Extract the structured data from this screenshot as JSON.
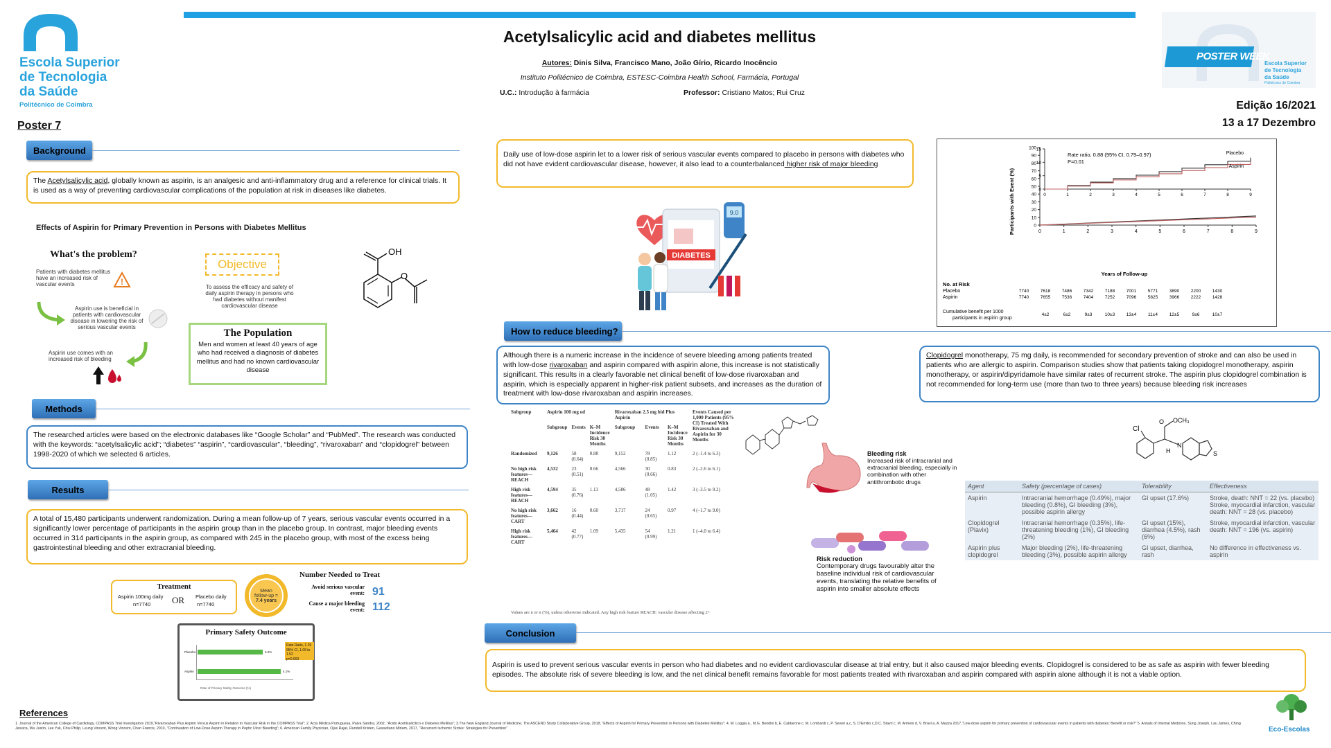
{
  "header": {
    "title": "Acetylsalicylic acid and diabetes mellitus",
    "authors_label": "Autores:",
    "authors": "Dinis Silva, Francisco Mano, João Gírio, Ricardo Inocêncio",
    "institute": "Instituto Politécnico de Coimbra, ESTESC-Coimbra Health School, Farmácia, Portugal",
    "uc_label": "U.C.:",
    "uc": "Introdução à farmácia",
    "professor_label": "Professor:",
    "professor": "Cristiano Matos; Rui Cruz",
    "edition": "Edição 16/2021",
    "dates": "13 a 17 Dezembro",
    "poster_number": "Poster 7"
  },
  "logo": {
    "line1": "Escola Superior",
    "line2": "de Tecnologia",
    "line3": "da Saúde",
    "line4": "Politécnico de Coimbra",
    "poster_week": "POSTER WEEK",
    "small1": "Escola Superior",
    "small2": "de Tecnologia",
    "small3": "da Saúde",
    "small4": "Politécnico de Coimbra",
    "eco": "Eco-Escolas"
  },
  "colors": {
    "accent_blue": "#3e84c6",
    "accent_yellow": "#f2b92a",
    "logo_blue": "#29a3dc"
  },
  "background": {
    "heading": "Background",
    "text_pre": "The ",
    "text_link": "Acetylsalicylic acid",
    "text_post": ", globally known as aspirin, is an analgesic and anti-inflammatory drug and a reference for clinical trials. It is used as a way of preventing cardiovascular complications of the population at risk in diseases like diabetes."
  },
  "infographic": {
    "title": "Effects of Aspirin for Primary Prevention in Persons with Diabetes Mellitus",
    "problem_title": "What's the problem?",
    "problem_1": "Patients with diabetes mellitus have an increased risk of vascular events",
    "problem_2": "Aspirin use is beneficial in patients with cardiovascular disease in lowering the risk of serious vascular events",
    "problem_3": "Aspirin use comes with an increased risk of bleeding",
    "objective_title": "Objective",
    "objective_text": "To assess the efficacy and safety of daily aspirin therapy in persons who had diabetes without manifest cardiovascular disease",
    "population_title": "The Population",
    "population_text": "Men and women at least 40 years of age who had received a diagnosis of diabetes mellitus and had no known cardiovascular disease",
    "oh_label": "OH",
    "o_label": "O"
  },
  "methods": {
    "heading": "Methods",
    "text": "The researched articles were based on the electronic databases like “Google Scholar” and “PubMed”. The research was conducted with the keywords: “acetylsalicylic acid”; “diabetes” “aspirin”, “cardiovascular”, “bleeding”, “rivaroxaban” and “clopidogrel” between 1998-2020 of which we selected 6 articles."
  },
  "results": {
    "heading": "Results",
    "text": "A total of 15,480 participants underwent randomization. During a mean follow-up of 7 years, serious vascular events occurred in a significantly lower percentage of participants in the aspirin group than in the placebo group. In contrast, major bleeding events occurred in 314 participants in the aspirin group, as compared with 245 in the placebo group, with most of the excess being gastrointestinal bleeding and other extracranial bleeding."
  },
  "treatment": {
    "title": "Treatment",
    "aspirin": "Aspirin 100mg daily",
    "aspirin_n": "n=7740",
    "or": "OR",
    "placebo": "Placebo daily",
    "placebo_n": "n=7740",
    "mean1": "Mean",
    "mean2": "follow-up =",
    "mean3": "7.4 years",
    "nnt_title": "Number Needed to Treat",
    "avoid": "Avoid serious vascular event:",
    "avoid_val": "91",
    "cause": "Cause a major bleeding event:",
    "cause_val": "112"
  },
  "safety": {
    "title": "Primary Safety Outcome",
    "rate": "Rate Ratio, 1.29",
    "ci": "95% CI, 1.09 to 1.52",
    "p": "p=0.003",
    "placebo": "Placebo",
    "aspirin": "Aspirin",
    "xlabel": "Rate of Primary Safety Outcome (%)",
    "v1": "3.2%",
    "v2": "4.1%"
  },
  "daily_use": {
    "text_pre": "Daily use of low-dose aspirin let to a lower risk of serious vascular events compared to placebo in persons with diabetes who did not have evident cardiovascular disease, however, it also lead to a counterbalanced",
    "text_link": " higher risk of major bleeding"
  },
  "illustration": {
    "diabetes": "DIABETES",
    "meter": "9.0"
  },
  "chart_data": {
    "type": "line",
    "ylabel": "Participants with Event (%)",
    "xlabel": "Years of Follow-up",
    "annotation_1": "Rate ratio, 0.88 (95% CI, 0.79–0.97)",
    "annotation_2": "P=0.01",
    "x_ticks": [
      "0",
      "1",
      "2",
      "3",
      "4",
      "5",
      "6",
      "7",
      "8",
      "9"
    ],
    "outer_y_ticks": [
      "100",
      "90",
      "80",
      "70",
      "60",
      "50",
      "40",
      "30",
      "20",
      "10",
      "0"
    ],
    "inset_y_ticks": [
      "15",
      "10",
      "5",
      "0"
    ],
    "series": [
      {
        "name": "Placebo",
        "x": [
          0,
          1,
          2,
          3,
          4,
          5,
          6,
          7,
          8,
          9
        ],
        "values": [
          0,
          1.3,
          2.6,
          3.9,
          5.2,
          6.5,
          7.8,
          9.1,
          10.4,
          11.7
        ]
      },
      {
        "name": "Aspirin",
        "x": [
          0,
          1,
          2,
          3,
          4,
          5,
          6,
          7,
          8,
          9
        ],
        "values": [
          0,
          1.1,
          2.3,
          3.4,
          4.6,
          5.7,
          6.9,
          8.0,
          9.2,
          10.3
        ]
      }
    ],
    "ylim": [
      0,
      15
    ],
    "xlim": [
      0,
      9
    ],
    "at_risk_title": "No. at Risk",
    "at_risk": [
      {
        "label": "Placebo",
        "values": [
          "7740",
          "7618",
          "7486",
          "7342",
          "7188",
          "7001",
          "5771",
          "3890",
          "2200",
          "1430"
        ]
      },
      {
        "label": "Aspirin",
        "values": [
          "7740",
          "7655",
          "7536",
          "7404",
          "7252",
          "7096",
          "5825",
          "3966",
          "2222",
          "1428"
        ]
      }
    ],
    "benefit_label": "Cumulative benefit per 1000 participants in aspirin group",
    "benefit_values": [
      "4±2",
      "6±2",
      "9±3",
      "10±3",
      "13±4",
      "11±4",
      "12±5",
      "9±6",
      "10±7"
    ]
  },
  "bleeding": {
    "heading": "How to reduce bleeding?",
    "text_pre": "Although there is a numeric increase in the incidence of severe bleeding among patients treated with low-dose ",
    "text_link": "rivaroxaban",
    "text_post": " and aspirin compared with aspirin alone, this increase is not statistically significant. This results in a clearly favorable net clinical benefit of low-dose rivaroxaban and aspirin, which is especially apparent in higher-risk patient subsets, and increases as the duration of treatment with low-dose rivaroxaban and aspirin increases."
  },
  "subgroup_table": {
    "h_subgroup": "Subgroup",
    "h_aspirin": "Aspirin 100 mg od",
    "h_rivaroxaban": "Rivaroxaban 2.5 mg bid Plus Aspirin",
    "h_events": "Events Caused per 1,000 Patients (95% CI) Treated With Rivaroxaban and Aspirin for 30 Months",
    "sub_subgroup": "Subgroup",
    "sub_events": "Events",
    "sub_km": "K–M Incidence Risk 30 Months",
    "rows": [
      {
        "name": "Randomized",
        "a_n": "9,126",
        "a_e": "58",
        "a_p": "(0.64)",
        "a_k": "0.88",
        "r_n": "9,152",
        "r_e": "78",
        "r_p": "(0.85)",
        "r_k": "1.12",
        "ev": "2 (–1.4 to 6.3)"
      },
      {
        "name": "No high risk features—REACH",
        "a_n": "4,532",
        "a_e": "23",
        "a_p": "(0.51)",
        "a_k": "0.66",
        "r_n": "4,566",
        "r_e": "30",
        "r_p": "(0.66)",
        "r_k": "0.83",
        "ev": "2 (–2.6 to 6.1)"
      },
      {
        "name": "High risk features—REACH",
        "a_n": "4,594",
        "a_e": "35",
        "a_p": "(0.76)",
        "a_k": "1.13",
        "r_n": "4,586",
        "r_e": "48",
        "r_p": "(1.05)",
        "r_k": "1.42",
        "ev": "3 (–3.5 to 9.2)"
      },
      {
        "name": "No high risk features—CART",
        "a_n": "3,662",
        "a_e": "16",
        "a_p": "(0.44)",
        "a_k": "0.60",
        "r_n": "3,717",
        "r_e": "24",
        "r_p": "(0.65)",
        "r_k": "0.97",
        "ev": "4 (–1.7 to 9.0)"
      },
      {
        "name": "High risk features—CART",
        "a_n": "5,464",
        "a_e": "42",
        "a_p": "(0.77)",
        "a_k": "1.09",
        "r_n": "5,435",
        "r_e": "54",
        "r_p": "(0.99)",
        "r_k": "1.21",
        "ev": "1 (–4.0 to 6.4)"
      }
    ],
    "footnote": "Values are n or n (%), unless otherwise indicated. Any high risk feature REACH: vascular disease affecting 2+"
  },
  "stomach": {
    "bleeding_title": "Bleeding risk",
    "bleeding_text": "Increased risk of intracranial and extracranial bleeding, especially in combination with other antithrombotic drugs",
    "risk_title": "Risk reduction",
    "risk_text": "Contemporary drugs favourably alter the baseline individual risk of cardiovascular events, translating the relative benefits of aspirin into smaller absolute effects"
  },
  "molecule_labels": {
    "ocl": "OCH₃",
    "o": "O",
    "cl": "Cl",
    "n": "N",
    "h": "H",
    "s": "S"
  },
  "clopidogrel": {
    "text_link": "Clopidogrel",
    "text_post": " monotherapy, 75 mg daily, is recommended for secondary prevention of stroke and can also be used in patients who are allergic to aspirin. Comparison studies show that patients taking clopidogrel monotherapy, aspirin monotherapy, or aspirin/dipyridamole have similar rates of recurrent stroke. The aspirin plus clopidogrel combination is not recommended for long-term use (more than two to three years) because bleeding risk increases"
  },
  "agent_table": {
    "headers": [
      "Agent",
      "Safety (percentage of cases)",
      "Tolerability",
      "Effectiveness"
    ],
    "rows": [
      [
        "Aspirin",
        "Intracranial hemorrhage (0.49%), major bleeding (0.8%), GI bleeding (3%), possible aspirin allergy",
        "GI upset (17.6%)",
        "Stroke, death: NNT = 22 (vs. placebo)\nStroke, myocardial infarction, vascular death: NNT = 28 (vs. placebo)"
      ],
      [
        "Clopidogrel (Plavix)",
        "Intracranial hemorrhage (0.35%), life-threatening bleeding (1%), GI bleeding (2%)",
        "GI upset (15%), diarrhea (4.5%), rash (6%)",
        "Stroke, myocardial infarction, vascular death: NNT = 196 (vs. aspirin)"
      ],
      [
        "Aspirin plus clopidogrel",
        "Major bleeding (2%), life-threatening bleeding (3%), possible aspirin allergy",
        "GI upset, diarrhea, rash",
        "No difference in effectiveness vs. aspirin"
      ]
    ]
  },
  "conclusion": {
    "heading": "Conclusion",
    "text": "Aspirin is used to prevent serious vascular events in person who had diabetes and no evident cardiovascular disease at trial entry, but it also caused major bleeding events. Clopidogrel is considered to be as safe as aspirin with fewer bleeding episodes. The absolute risk of severe bleeding is low, and the net clinical benefit remains favorable for most patients treated with rivaroxaban and aspirin compared with aspirin alone although it is not a viable option."
  },
  "references": {
    "heading": "References",
    "text": "1. Journal of the American College of Cardiology, COMPASS Trial Investigators 2019,\"Rivaroxaban Plus Aspirin Versus Aspirin in Relation to Vascular Risk in the COMPASS Trial\"; 2. Acta Médica Portuguesa, Paiva Sandra, 2002, \"Ácido Acetilsalicílico e Diabetes Mellitus\"; 3.The New England Journal of Medicine, The ASCEND Study Collaborative Group, 2018, \"Effects of Aspirin for Primary Prevention in Persons with Diabetes Mellitus\"; 4. M. Loggia a., M.G. Bendini b, E. Caldarone c, M. Lombardi c, P. Severi a,c, S. D'Emilio c,D.C. Stavri c, M. Armeni d, V. Bravi a, A. Mazza 2017,\"Low-dose aspirin for primary prevention of cardiovascular events in patients with diabetes: Benefit or risk?\" 5. Annals of Internal Medicine, Sung Joseph, Lau James, Ching Jessica, Wu Justin, Lee Yuk, Chiu Philip, Leung Vincent, Wong Vincent, Chan Francis, 2010, \"Continuation of Low-Dose Aspirin Therapy in Peptic Ulcer Bleeding\"; 6. American Family Physician, Ojas Rajat, Rundell Kristen, Gasseltano Miriam, 2017, \"Recurrent Ischemic Stroke: Strategies for Prevention\""
  }
}
